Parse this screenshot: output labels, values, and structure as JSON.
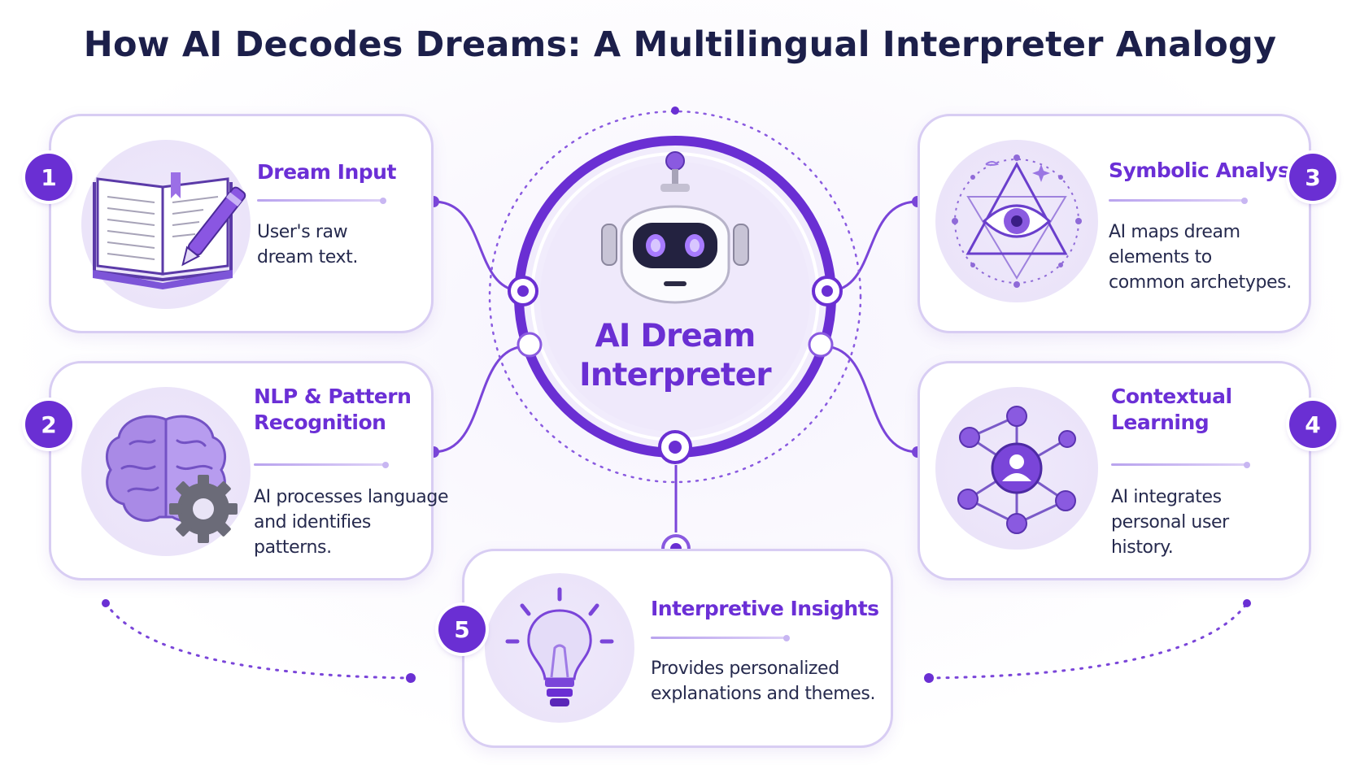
{
  "title": "How AI Decodes Dreams: A Multilingual Interpreter Analogy",
  "center": {
    "line1": "AI Dream",
    "line2": "Interpreter",
    "icon": "robot-icon"
  },
  "steps": [
    {
      "number": "1",
      "title_lines": [
        "Dream Input"
      ],
      "desc_lines": [
        "User's raw",
        "dream text."
      ],
      "icon": "open-book-pen-icon"
    },
    {
      "number": "2",
      "title_lines": [
        "NLP & Pattern",
        "Recognition"
      ],
      "desc_lines": [
        "AI processes language",
        "and identifies",
        "patterns."
      ],
      "icon": "brain-gear-icon"
    },
    {
      "number": "3",
      "title_lines": [
        "Symbolic Analysis"
      ],
      "desc_lines": [
        "AI maps dream",
        "elements to",
        "common archetypes."
      ],
      "icon": "eye-triangle-icon"
    },
    {
      "number": "4",
      "title_lines": [
        "Contextual",
        "Learning"
      ],
      "desc_lines": [
        "AI integrates",
        "personal user",
        "history."
      ],
      "icon": "user-network-icon"
    },
    {
      "number": "5",
      "title_lines": [
        "Interpretive Insights"
      ],
      "desc_lines": [
        "Provides personalized",
        "explanations and themes."
      ],
      "icon": "lightbulb-icon"
    }
  ],
  "colors": {
    "accent": "#6a2fd3",
    "accent_light": "#d8cdf3",
    "title": "#1c1f4a"
  }
}
